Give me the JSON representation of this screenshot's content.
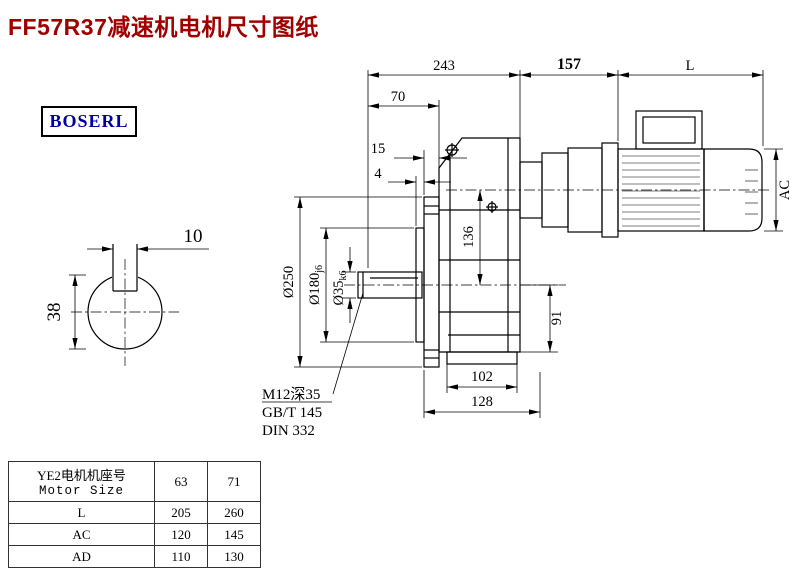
{
  "page": {
    "title": "FF57R37减速机电机尺寸图纸",
    "brand": "BOSERL"
  },
  "colors": {
    "title_red": "#a00000",
    "brand_blue": "#0000a0",
    "line_black": "#000000"
  },
  "drawing": {
    "dims": {
      "d243": "243",
      "d157": "157",
      "dL": "L",
      "d70": "70",
      "d15": "15",
      "d4": "4",
      "dAC": "AC",
      "d250": "Ø250",
      "d180_base": "Ø180",
      "d180_tol": "j6",
      "d35_base": "Ø35",
      "d35_tol": "k6",
      "d136": "136",
      "d91": "91",
      "d102": "102",
      "d128": "128",
      "d10": "10",
      "d38": "38"
    },
    "notes": {
      "n1": "M12深35",
      "n2": "GB/T 145",
      "n3": "DIN 332"
    }
  },
  "table": {
    "header": {
      "line1": "YE2电机机座号",
      "line2": "Motor Size",
      "size1": "63",
      "size2": "71"
    },
    "rows": [
      {
        "label": "L",
        "v1": "205",
        "v2": "260"
      },
      {
        "label": "AC",
        "v1": "120",
        "v2": "145"
      },
      {
        "label": "AD",
        "v1": "110",
        "v2": "130"
      }
    ]
  }
}
